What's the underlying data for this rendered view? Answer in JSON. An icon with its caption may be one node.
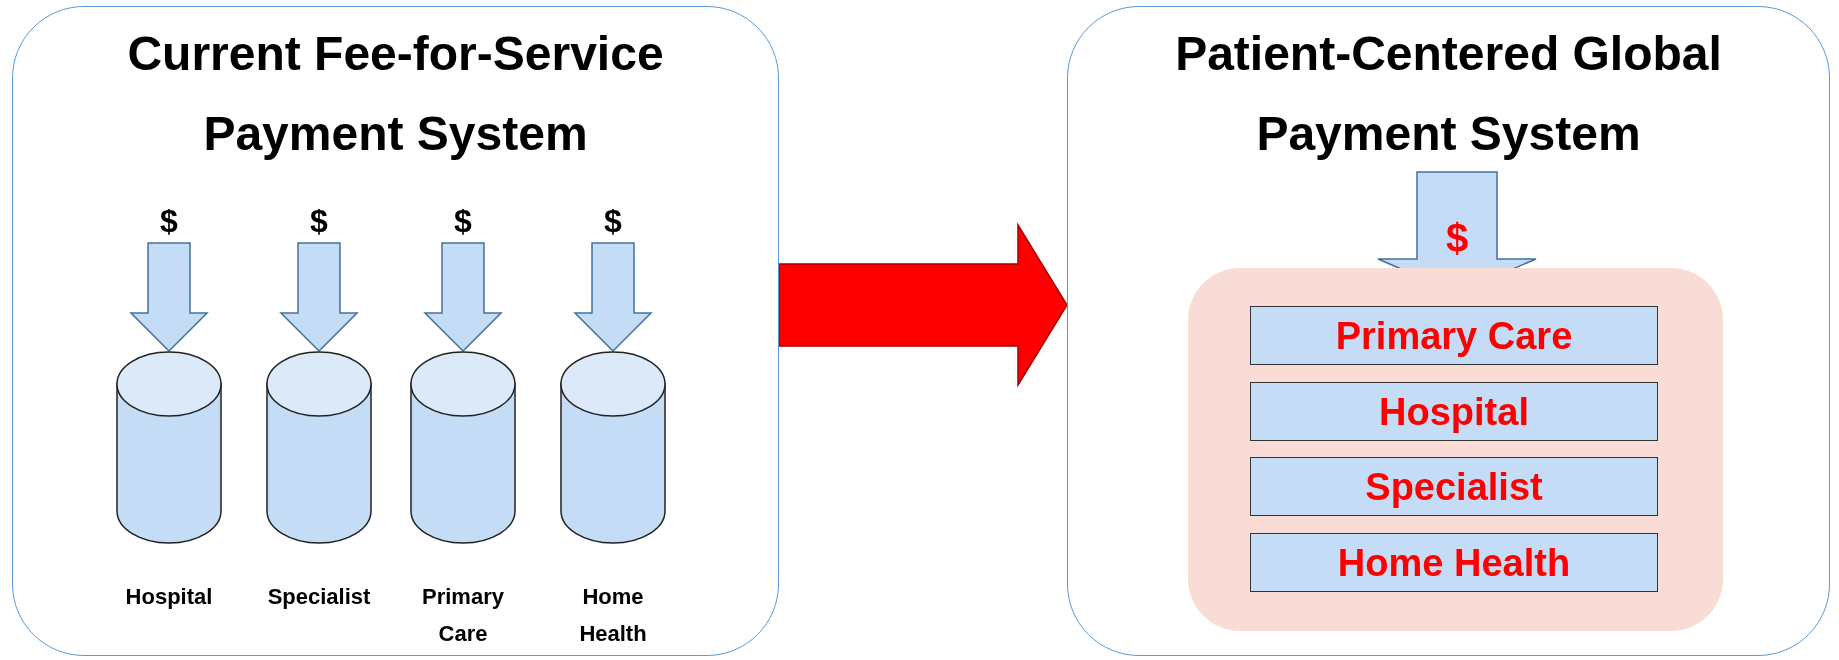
{
  "diagram": {
    "nodes": [
      {
        "text": [
          "Current Fee-for-Service Payment System"
        ]
      },
      {
        "text": [
          "$"
        ],
        "in": 0
      },
      {
        "text": [
          "$"
        ],
        "in": 0
      },
      {
        "text": [
          "$"
        ],
        "in": 0
      },
      {
        "text": [
          "$"
        ],
        "in": 0
      },
      {
        "text": [],
        "shape": "cylinder",
        "in": 0,
        "beside": [
          "Hospital"
        ]
      },
      {
        "text": [],
        "shape": "cylinder",
        "in": 0,
        "beside": [
          "Specialist"
        ]
      },
      {
        "text": [],
        "shape": "cylinder",
        "in": 0,
        "beside": [
          "Primary Care"
        ]
      },
      {
        "text": [],
        "shape": "cylinder",
        "in": 0,
        "beside": [
          "Home Health"
        ]
      },
      {
        "text": [
          "Patient-Centered Global Payment System"
        ]
      },
      {
        "text": [
          "$"
        ],
        "in": 9
      },
      {
        "text": [],
        "shape": "box",
        "in": 9
      },
      {
        "text": [
          "Primary Care"
        ],
        "in": 11
      },
      {
        "text": [
          "Hospital"
        ],
        "in": 11
      },
      {
        "text": [
          "Specialist"
        ],
        "in": 11
      },
      {
        "text": [
          "Home Health"
        ],
        "in": 11
      }
    ],
    "edges": [
      {
        "from": 1,
        "to": 5,
        "arrow": "to"
      },
      {
        "from": 2,
        "to": 6,
        "arrow": "to"
      },
      {
        "from": 3,
        "to": 7,
        "arrow": "to"
      },
      {
        "from": 4,
        "to": 8,
        "arrow": "to"
      },
      {
        "from": 0,
        "to": 9,
        "arrow": "to",
        "style": "thick",
        "color": "#ff0000"
      }
    ]
  }
}
